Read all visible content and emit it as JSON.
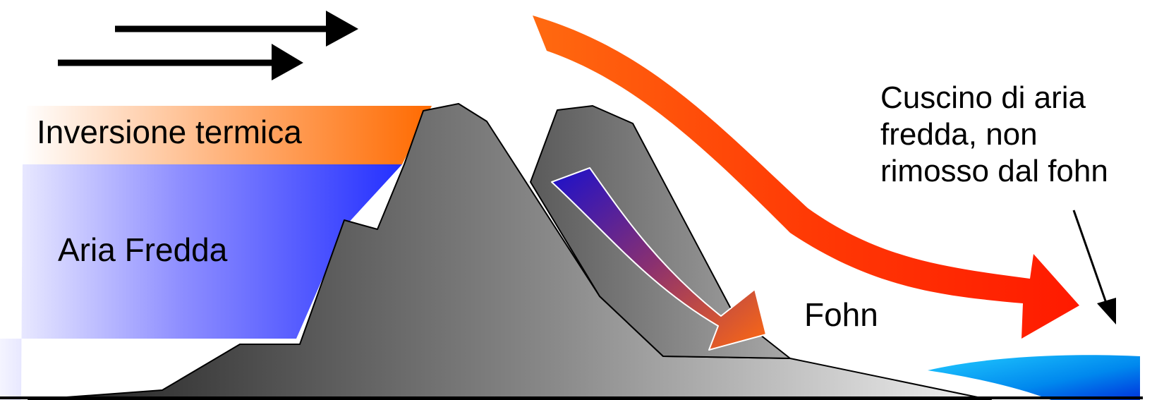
{
  "labels": {
    "inversion": "Inversione termica",
    "cold_air": "Aria Fredda",
    "fohn": "Fohn",
    "cushion_line1": "Cuscino di aria",
    "cushion_line2": "fredda, non",
    "cushion_line3": "rimosso dal fohn"
  },
  "colors": {
    "inversion": "#ff6a00",
    "cold_air": "#2a33ff",
    "warm_wind": "#ff2a00",
    "fohn_arrow_start": "#1a10cc",
    "fohn_arrow_end": "#ff6a10",
    "cold_cushion": "#0077ee",
    "mountain_dark": "#333333",
    "mountain_light": "#cfcfcf"
  },
  "icons": [
    "wind-arrow-icon",
    "warm-airflow-arrow-icon",
    "fohn-arrow-icon",
    "pointer-arrow-icon"
  ]
}
